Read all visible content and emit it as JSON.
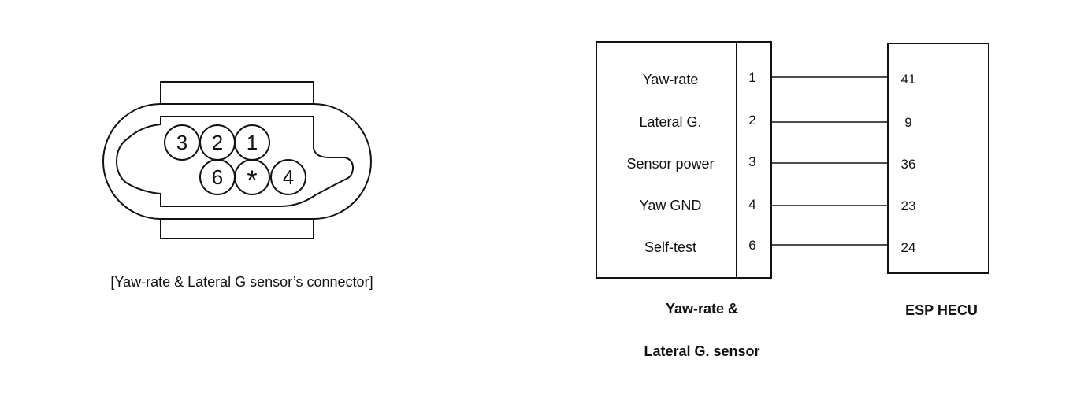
{
  "connector": {
    "caption": "[Yaw-rate & Lateral G sensor’s connector]",
    "pins_row1": [
      "3",
      "2",
      "1"
    ],
    "pins_row2": [
      "6",
      "*",
      "4"
    ]
  },
  "sensor": {
    "caption_line1": "Yaw-rate &",
    "caption_line2": "Lateral G. sensor",
    "signals": [
      {
        "name": "Yaw-rate",
        "pin": "1"
      },
      {
        "name": "Lateral G.",
        "pin": "2"
      },
      {
        "name": "Sensor power",
        "pin": "3"
      },
      {
        "name": "Yaw GND",
        "pin": "4"
      },
      {
        "name": "Self-test",
        "pin": "6"
      }
    ]
  },
  "hecu": {
    "caption": "ESP HECU",
    "terminals": [
      "41",
      "9",
      "36",
      "23",
      "24"
    ]
  }
}
